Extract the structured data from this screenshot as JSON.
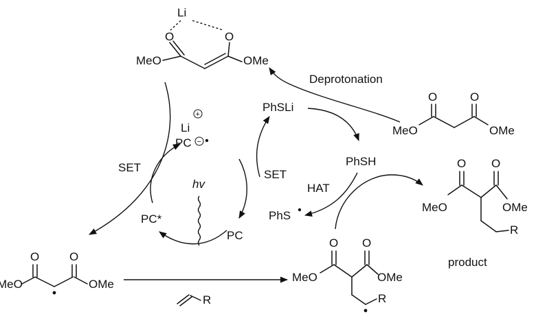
{
  "labels": {
    "li": "Li",
    "o": "O",
    "meo": "MeO",
    "ome": "OMe",
    "r": "R",
    "deprotonation": "Deprotonation",
    "phsli": "PhSLi",
    "phsh": "PhSH",
    "phs": "PhS",
    "hat": "HAT",
    "set": "SET",
    "pc": "PC",
    "pcstar": "PC*",
    "hv": "hv",
    "product": "product",
    "plus": "+",
    "minus": "−",
    "radical_dot": "•"
  }
}
